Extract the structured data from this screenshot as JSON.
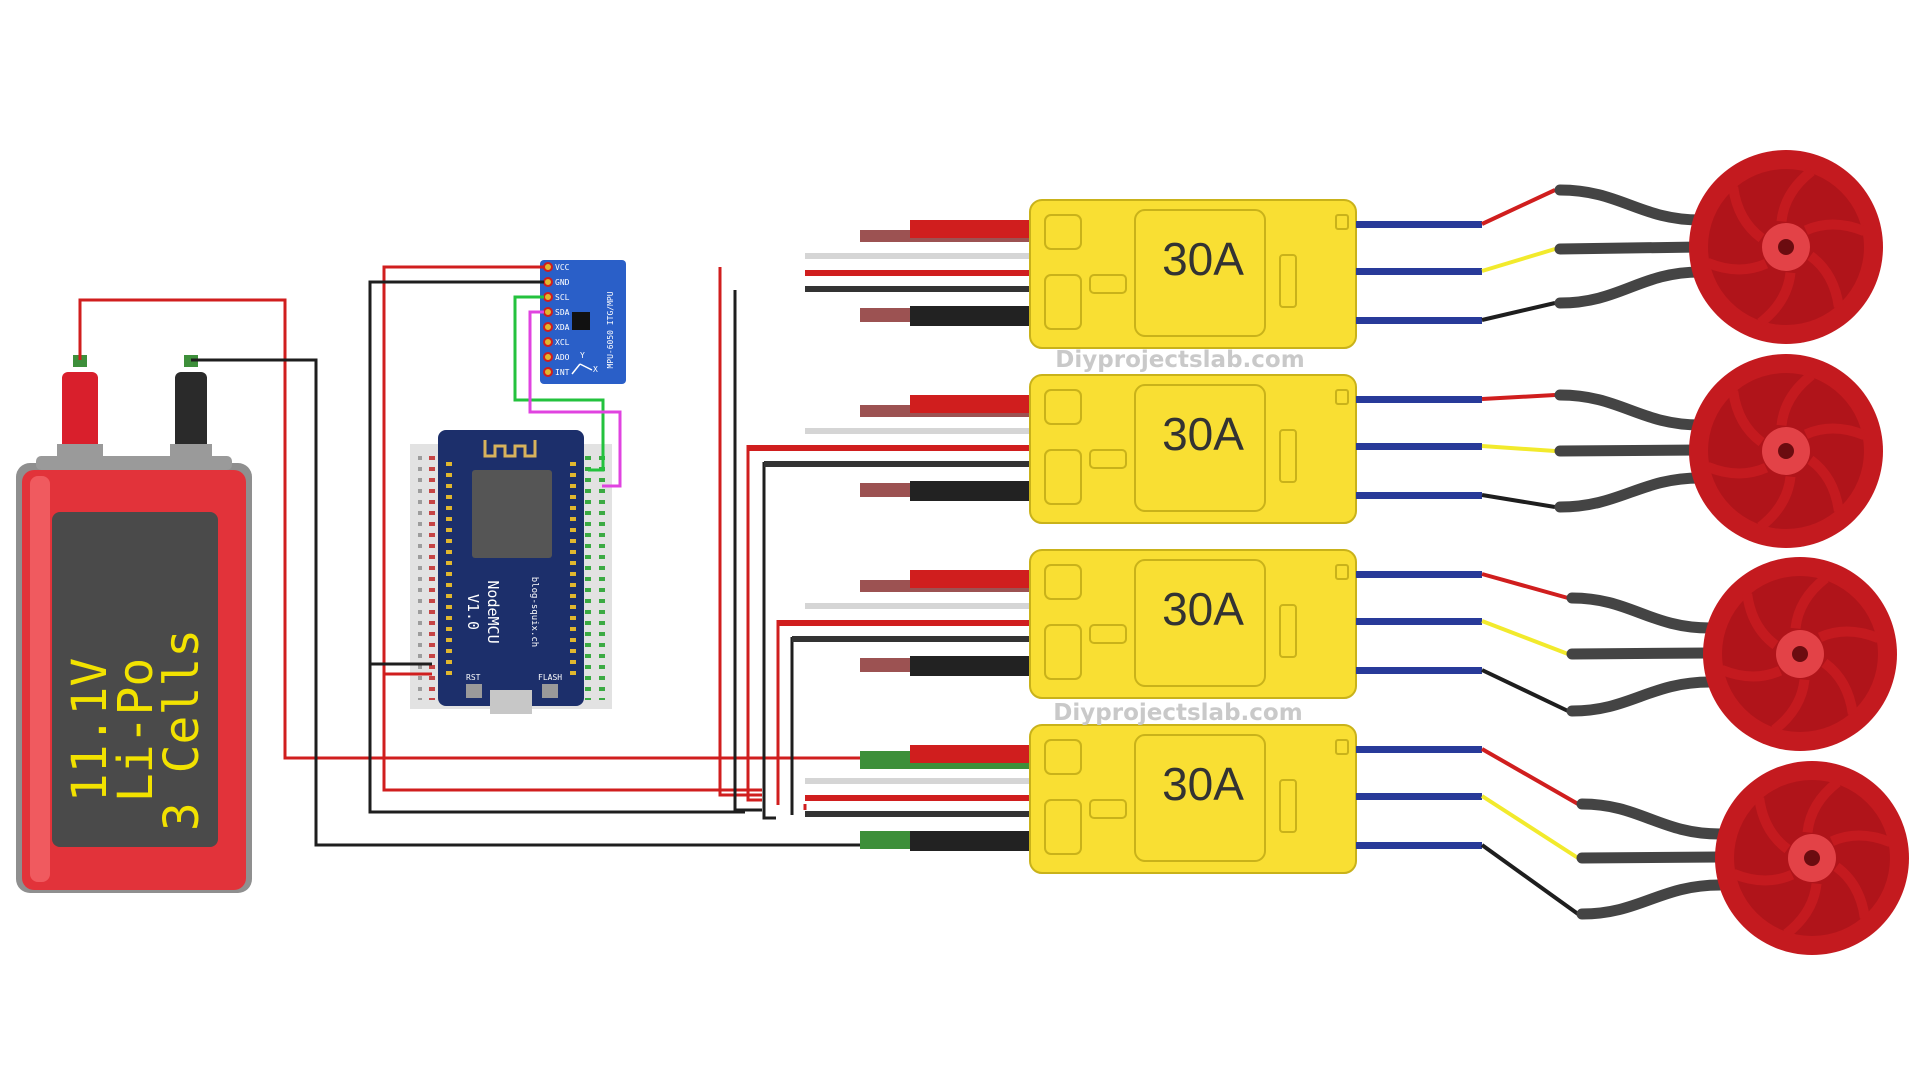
{
  "battery": {
    "voltage": "11.1V",
    "chemistry": "Li-Po",
    "cells": "3 Cells"
  },
  "esc_modules": [
    {
      "rating": "30A"
    },
    {
      "rating": "30A"
    },
    {
      "rating": "30A"
    },
    {
      "rating": "30A"
    }
  ],
  "watermark": {
    "text_top": "Diyprojectslab.com",
    "text_bottom": "Diyprojectslab.com"
  },
  "mcu": {
    "name": "NodeMCU",
    "version": "V1.0",
    "vendor": "blog-squix.ch",
    "button_left": "RST",
    "button_right": "FLASH"
  },
  "imu": {
    "model": "MPU-6050 ITG/MPU",
    "pins": [
      "VCC",
      "GND",
      "SCL",
      "SDA",
      "XDA",
      "XCL",
      "ADO",
      "INT"
    ],
    "axis_labels": [
      "Y",
      "X"
    ]
  },
  "colors": {
    "esc_body": "#f9df33",
    "motor": "#c41a1f",
    "board": "#1c2f6b",
    "imu_board": "#2a5fc8",
    "wire_red": "#d01e1e",
    "wire_black": "#1e1e1e",
    "wire_yellow": "#f2ea2c",
    "wire_blue": "#283a99",
    "wire_green": "#23c23d",
    "wire_magenta": "#e043e0"
  }
}
